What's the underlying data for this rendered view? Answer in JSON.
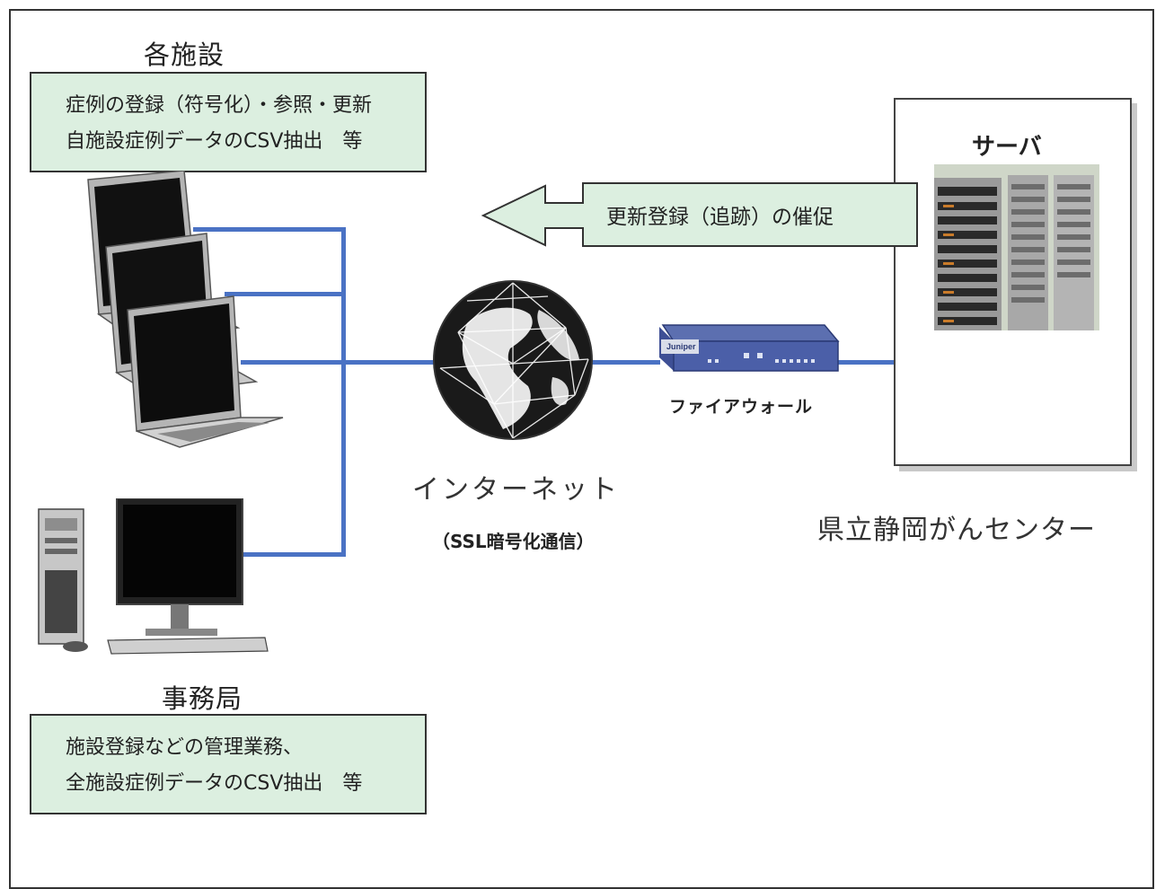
{
  "facilities": {
    "title": "各施設",
    "functions": [
      "症例の登録（符号化）・参照・更新",
      "自施設症例データのCSV抽出　等"
    ]
  },
  "secretariat": {
    "title": "事務局",
    "functions": [
      "施設登録などの管理業務、",
      "全施設症例データのCSV抽出　等"
    ]
  },
  "internet": {
    "label": "インターネット",
    "note": "（SSL暗号化通信）"
  },
  "firewall": {
    "label": "ファイアウォール",
    "device_brand": "Juniper"
  },
  "server": {
    "label": "サーバ",
    "center_label": "県立静岡がんセンター"
  },
  "reminder_arrow": {
    "label": "更新登録（追跡）の催促"
  },
  "colors": {
    "network_line": "#4a72c4",
    "box_fill": "#dcefe0",
    "border": "#333333"
  }
}
